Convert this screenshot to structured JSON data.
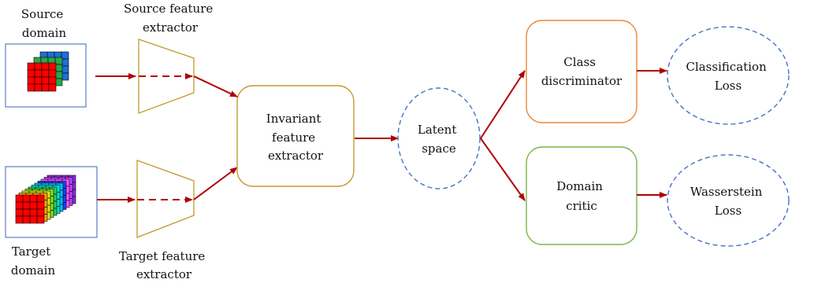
{
  "labels": {
    "source_domain": [
      "Source",
      "domain"
    ],
    "source_extractor": [
      "Source feature",
      "extractor"
    ],
    "target_domain": [
      "Target",
      "domain"
    ],
    "target_extractor": [
      "Target feature",
      "extractor"
    ],
    "invariant_extractor": [
      "Invariant",
      "feature",
      "extractor"
    ],
    "latent_space": [
      "Latent",
      "space"
    ],
    "class_discriminator": [
      "Class",
      "discriminator"
    ],
    "domain_critic": [
      "Domain",
      "critic"
    ],
    "classification_loss": [
      "Classification",
      "Loss"
    ],
    "wasserstein_loss": [
      "Wasserstein",
      "Loss"
    ]
  },
  "colors": {
    "arrow": "#b00000",
    "extractor_border": "#c49a2c",
    "domain_box_border": "#5b7fc4",
    "class_border": "#e8873a",
    "critic_border": "#7ab648",
    "ellipse_border": "#4472c4",
    "source_stack": [
      "#1f6fd6",
      "#2aa84a",
      "#ff0000"
    ],
    "target_stack": [
      "#8a2be2",
      "#c040ff",
      "#ff55ff",
      "#1e40ff",
      "#00bfff",
      "#00e0d0",
      "#20d060",
      "#80e020",
      "#e0e020",
      "#ffa000",
      "#ff0000"
    ]
  }
}
